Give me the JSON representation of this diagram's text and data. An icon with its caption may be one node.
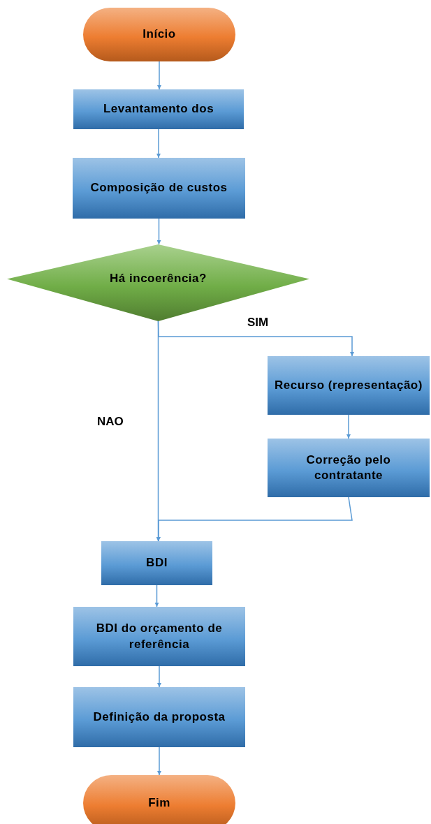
{
  "diagram": {
    "nodes": [
      {
        "text": [
          "Início"
        ]
      },
      {
        "text": [
          "Levantamento dos"
        ]
      },
      {
        "text": [
          "Composição de custos"
        ]
      },
      {
        "text": [
          "Há incoerência?"
        ]
      },
      {
        "text": [
          "Recurso (representação)"
        ]
      },
      {
        "text": [
          "Correção pelo contratante"
        ]
      },
      {
        "text": [
          "BDI"
        ]
      },
      {
        "text": [
          "BDI do orçamento de referência"
        ]
      },
      {
        "text": [
          "Definição da proposta"
        ]
      },
      {
        "text": [
          "Fim"
        ]
      }
    ],
    "edges": [
      {
        "from": 0,
        "to": 1,
        "arrow": "to"
      },
      {
        "from": 1,
        "to": 2,
        "arrow": "to"
      },
      {
        "from": 2,
        "to": 3,
        "arrow": "to"
      },
      {
        "from": 3,
        "to": 4,
        "arrow": "to",
        "label": "SIM"
      },
      {
        "from": 3,
        "to": 6,
        "arrow": "to",
        "label": "NAO"
      },
      {
        "from": 4,
        "to": 5,
        "arrow": "to"
      },
      {
        "from": 5,
        "to": 6,
        "arrow": "to"
      },
      {
        "from": 6,
        "to": 7,
        "arrow": "to"
      },
      {
        "from": 7,
        "to": 8,
        "arrow": "to"
      },
      {
        "from": 8,
        "to": 9,
        "arrow": "to"
      }
    ]
  }
}
